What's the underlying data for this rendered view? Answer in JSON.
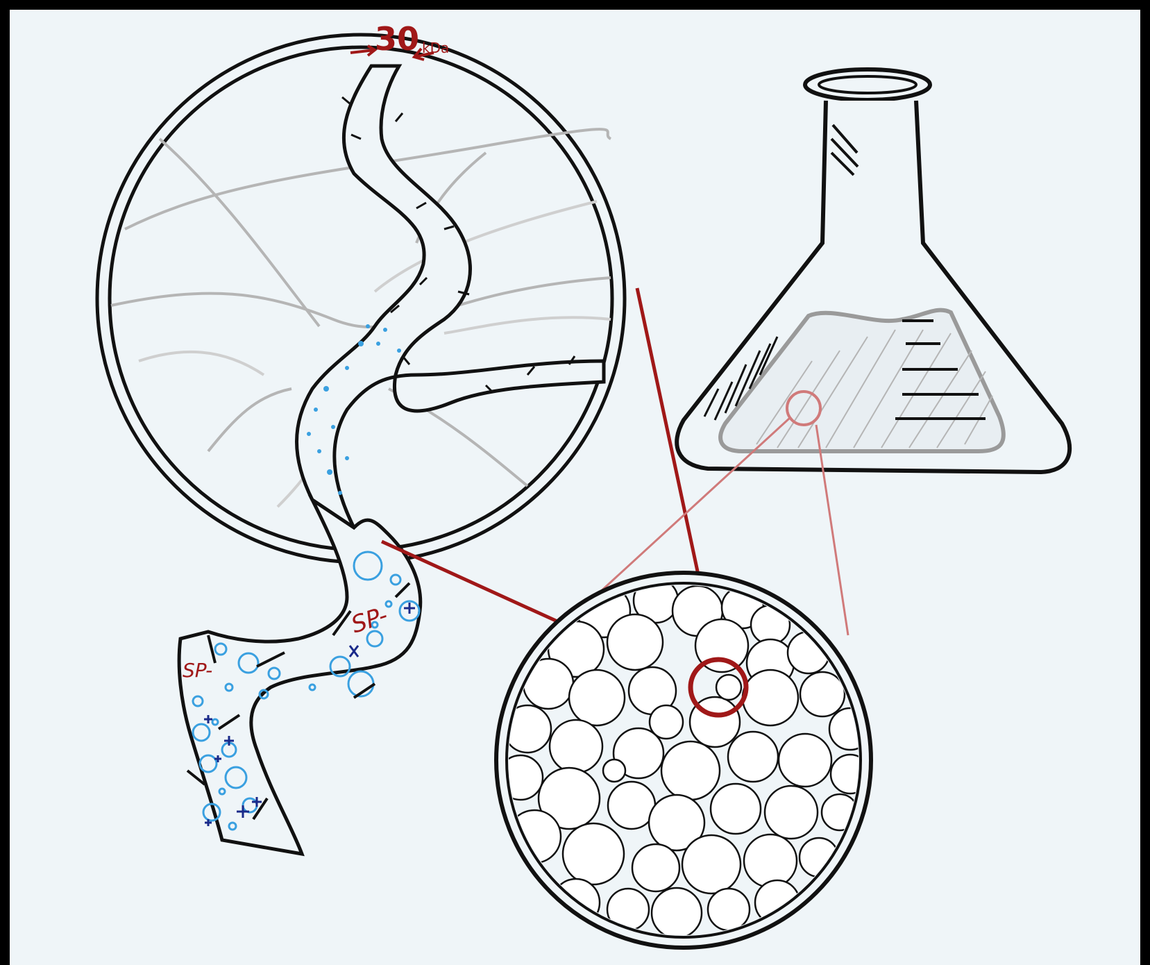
{
  "annotations": {
    "pore_size_value": "30",
    "pore_size_unit": "kDa",
    "charge_label_1": "SP-",
    "charge_label_2": "SP-"
  },
  "colors": {
    "ink": "#111111",
    "highlight_red": "#a01818",
    "light_red": "#d07a7a",
    "bead_blue": "#3aa0e0",
    "ion_navy": "#1a2a8a",
    "fiber_gray": "#b5b5b5",
    "background": "#eff5f8"
  },
  "icons": {
    "flask": "erlenmeyer-flask-icon",
    "bead_packing": "packed-resin-beads",
    "pore_magnifier": "magnified-pore-channel"
  }
}
